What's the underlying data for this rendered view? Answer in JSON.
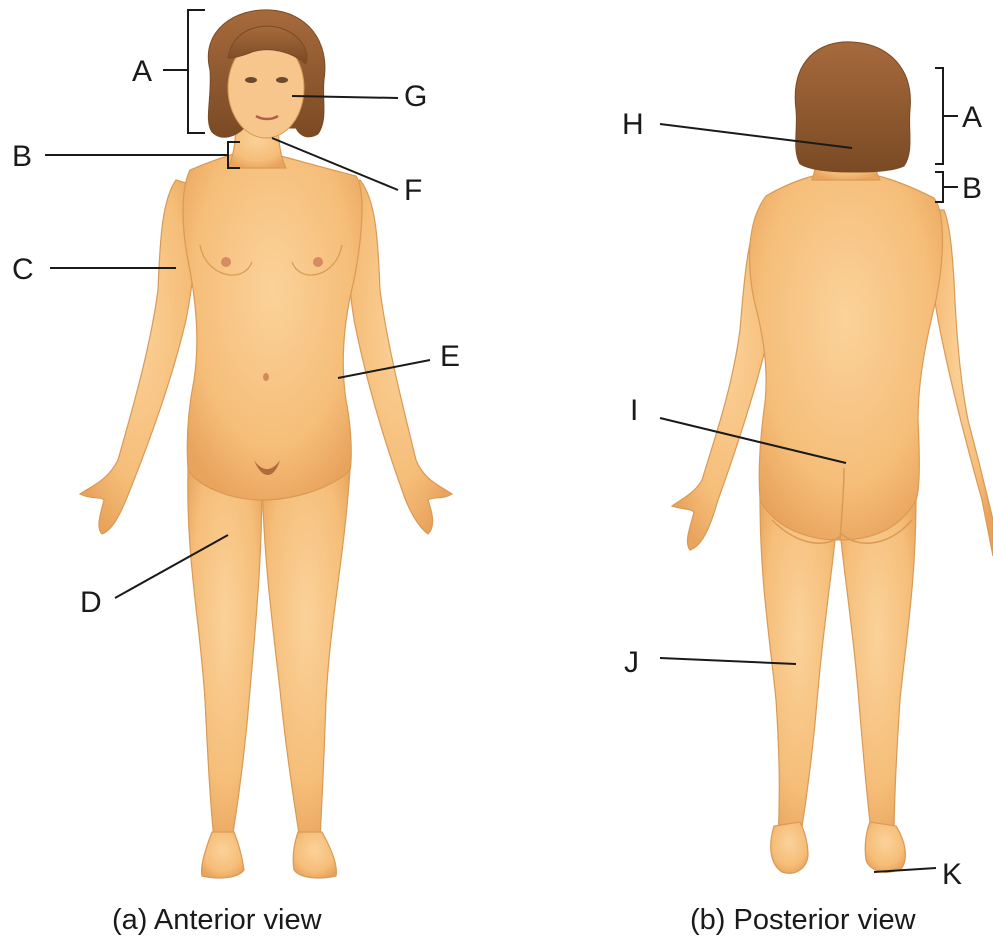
{
  "anterior": {
    "caption": "(a) Anterior view",
    "labels": {
      "A": "A",
      "B": "B",
      "C": "C",
      "D": "D",
      "E": "E",
      "F": "F",
      "G": "G"
    }
  },
  "posterior": {
    "caption": "(b) Posterior view",
    "labels": {
      "A": "A",
      "B": "B",
      "H": "H",
      "I": "I",
      "J": "J",
      "K": "K"
    }
  },
  "colors": {
    "skin": "#f6c07c",
    "skin_shadow": "#e8a35c",
    "hair": "#8a5630",
    "line": "#1a1a1a"
  }
}
